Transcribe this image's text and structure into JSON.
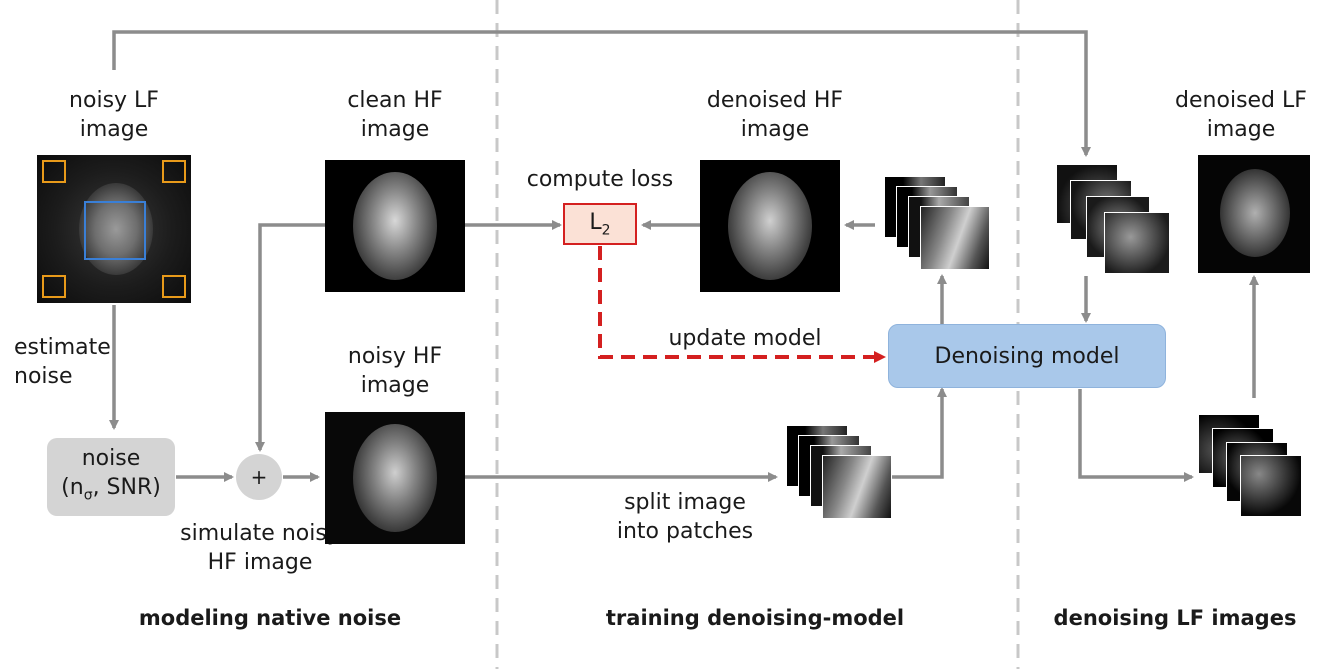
{
  "sections": {
    "modeling": "modeling native noise",
    "training": "training denoising-model",
    "denoising": "denoising LF images"
  },
  "labels": {
    "noisy_lf": "noisy LF\nimage",
    "clean_hf": "clean HF\nimage",
    "noisy_hf": "noisy HF\nimage",
    "denoised_hf": "denoised HF\nimage",
    "denoised_lf": "denoised LF\nimage",
    "estimate_noise": "estimate\nnoise",
    "simulate": "simulate noisy\nHF image",
    "compute_loss": "compute loss",
    "update_model": "update model",
    "split_patches": "split image\ninto patches"
  },
  "nodes": {
    "noise_line1": "noise",
    "noise_n": "n",
    "noise_sigma": "σ",
    "noise_rest": ", SNR)",
    "noise_open": "(",
    "plus": "+",
    "loss_L": "L",
    "loss_sub": "2",
    "model": "Denoising model"
  },
  "colors": {
    "arrow": "#8c8c8c",
    "red_arrow": "#d42020",
    "loss_fill": "#fbe1d6",
    "loss_border": "#d42020",
    "model_fill": "#a9c8ea",
    "noise_fill": "#d4d4d4",
    "roi_orange": "#e89a1a",
    "roi_blue": "#3a7fd6",
    "divider": "#c8c8c8"
  }
}
